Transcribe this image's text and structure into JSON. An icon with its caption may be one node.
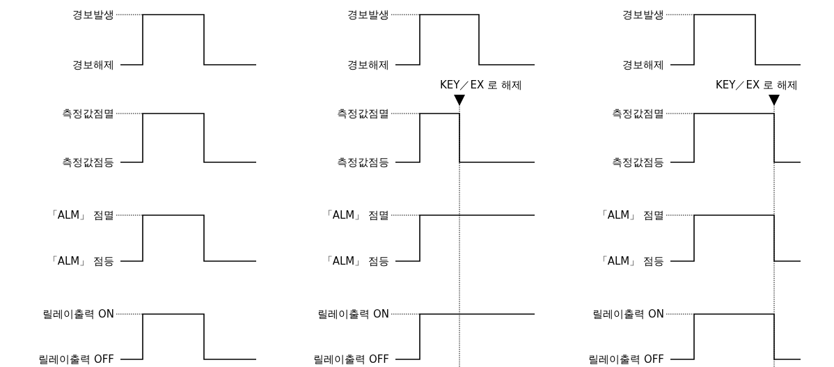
{
  "diagram": {
    "labels": [
      "경보발생",
      "경보발생",
      "경보발생",
      "경보해제",
      "경보해제",
      "경보해제",
      "KEY／EX 로 해제",
      "KEY／EX 로 해제",
      "측정값점멸",
      "측정값점멸",
      "측정값점멸",
      "측정값점등",
      "측정값점등",
      "측정값점등",
      "「ALM」 점멸",
      "「ALM」 점멸",
      "「ALM」 점멸",
      "「ALM」 점등",
      "「ALM」 점등",
      "「ALM」 점등",
      "릴레이출력 ON",
      "릴레이출력 ON",
      "릴레이출력 ON",
      "릴레이출력 OFF",
      "릴레이출력 OFF",
      "릴레이출력 OFF"
    ]
  }
}
